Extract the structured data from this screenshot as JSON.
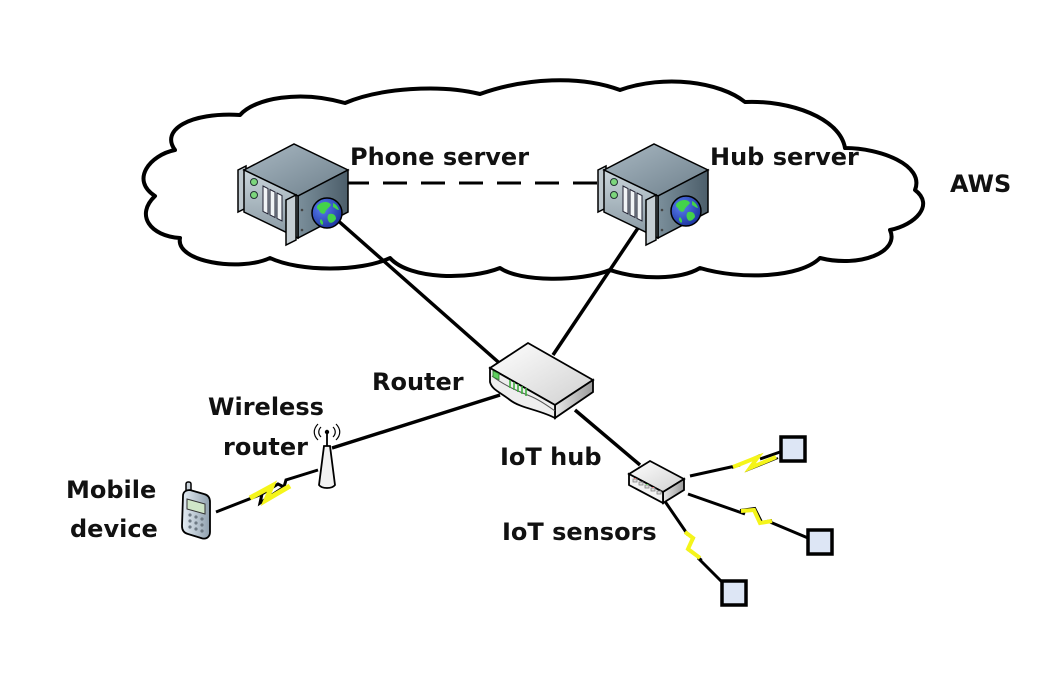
{
  "diagram": {
    "cloud_label": "AWS",
    "nodes": {
      "phone_server": {
        "label": "Phone server",
        "icon": "web-server-icon"
      },
      "hub_server": {
        "label": "Hub server",
        "icon": "web-server-icon"
      },
      "router": {
        "label": "Router",
        "icon": "router-icon"
      },
      "wireless_router": {
        "label_line1": "Wireless",
        "label_line2": "router",
        "icon": "wireless-access-point-icon"
      },
      "mobile_device": {
        "label_line1": "Mobile",
        "label_line2": "device",
        "icon": "mobile-phone-icon"
      },
      "iot_hub": {
        "label": "IoT hub",
        "icon": "hub-switch-icon"
      },
      "iot_sensors": {
        "label": "IoT sensors",
        "count": 3,
        "icon": "sensor-square-icon"
      }
    },
    "edges": [
      {
        "from": "phone_server",
        "to": "hub_server",
        "style": "dashed"
      },
      {
        "from": "phone_server",
        "to": "router",
        "style": "solid"
      },
      {
        "from": "hub_server",
        "to": "router",
        "style": "solid"
      },
      {
        "from": "router",
        "to": "wireless_router",
        "style": "solid"
      },
      {
        "from": "router",
        "to": "iot_hub",
        "style": "solid"
      },
      {
        "from": "wireless_router",
        "to": "mobile_device",
        "style": "wireless"
      },
      {
        "from": "iot_hub",
        "to": "sensor_1",
        "style": "wireless"
      },
      {
        "from": "iot_hub",
        "to": "sensor_2",
        "style": "wireless"
      },
      {
        "from": "iot_hub",
        "to": "sensor_3",
        "style": "wireless"
      }
    ],
    "colors": {
      "line": "#000000",
      "lightning": "#f5f51a",
      "sensor_fill": "#dde6f5",
      "server_body": "#8a9ca8",
      "globe_ocean": "#2a4fc9",
      "globe_land": "#3fcf3f",
      "led_green": "#5fcf5f"
    }
  }
}
